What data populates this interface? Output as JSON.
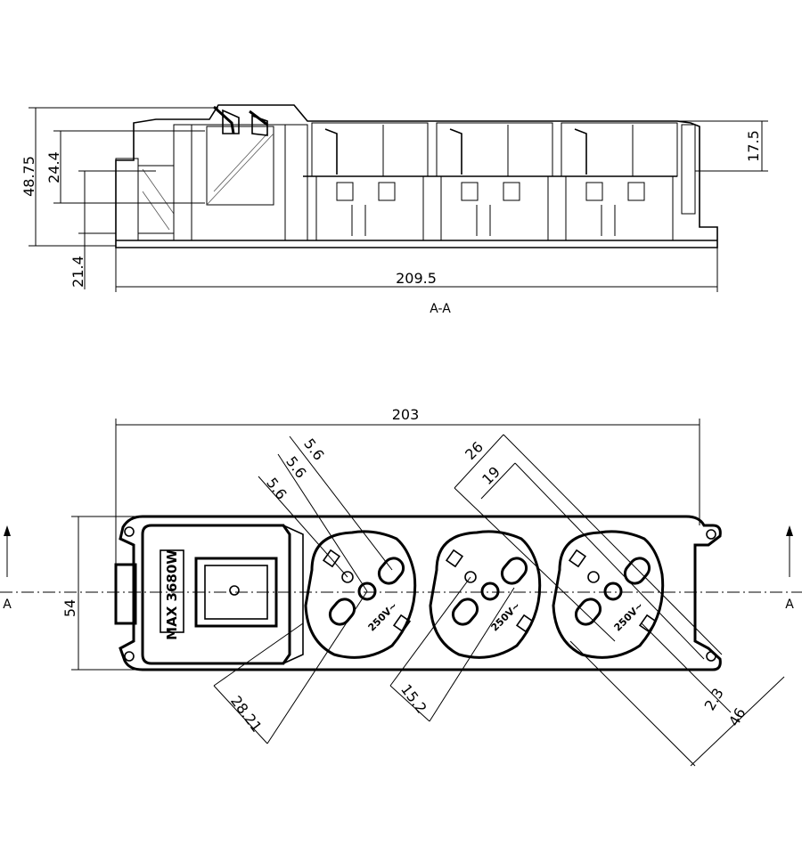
{
  "views": {
    "section": {
      "caption": "A-A",
      "dims": {
        "total_height": "48.75",
        "inner_height": "24.4",
        "base_height": "21.4",
        "top_height": "17.5",
        "length": "209.5"
      }
    },
    "top": {
      "section_marker": "A",
      "dims": {
        "length": "203",
        "width": "54",
        "pin_a": "5.6",
        "pin_b": "5.6",
        "pin_c": "5.6",
        "socket_spacing": "26",
        "pin_spacing": "19",
        "first_offset": "28.21",
        "socket_gap": "15.2",
        "ground_clip": "2.3",
        "socket_diameter": "46"
      },
      "switch_label": "MAX 3680W",
      "socket_rating": "250V~"
    }
  }
}
